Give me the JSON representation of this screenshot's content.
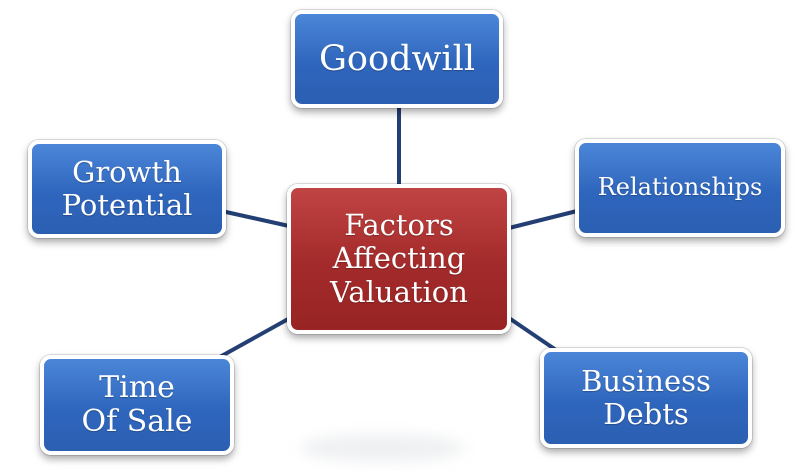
{
  "diagram": {
    "center": {
      "label": "Factors\nAffecting\nValuation",
      "color": "#a32a2a"
    },
    "factors": {
      "goodwill": "Goodwill",
      "growth_potential": "Growth\nPotential",
      "relationships": "Relationships",
      "time_of_sale": "Time\nOf Sale",
      "business_debts": "Business\nDebts"
    },
    "node_color": "#2f66bd",
    "connector_color": "#233f73"
  }
}
